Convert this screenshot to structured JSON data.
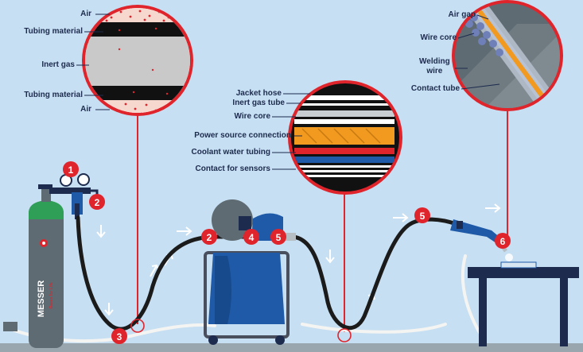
{
  "labels": {
    "air_top": "Air",
    "tubing_top": "Tubing material",
    "inert_gas": "Inert gas",
    "tubing_bottom": "Tubing material",
    "air_bottom": "Air",
    "jacket_hose": "Jacket hose",
    "inert_gas_tube": "Inert gas tube",
    "wire_core_mid": "Wire core",
    "power_source": "Power source connection",
    "coolant": "Coolant water tubing",
    "sensors": "Contact for sensors",
    "air_gap": "Air gap",
    "wire_core_right": "Wire core",
    "welding_wire": "Welding\nwire",
    "contact_tube": "Contact tube"
  },
  "badges": [
    "1",
    "2",
    "3",
    "2",
    "4",
    "5",
    "5",
    "6"
  ],
  "cylinder": {
    "brand": "MESSER",
    "tagline": "Gases for Life"
  },
  "colors": {
    "background": "#c6dff2",
    "badge": "#e0242c",
    "hose": "#1b1b1b",
    "navy": "#1d2b4e",
    "cylinder": "#5f6b73",
    "cylinder_top": "#2f9e57",
    "machine": "#1f5aa8",
    "orange_wire": "#f29a20",
    "coolant_red": "#e0242c",
    "coolant_blue": "#1f5aa8"
  }
}
